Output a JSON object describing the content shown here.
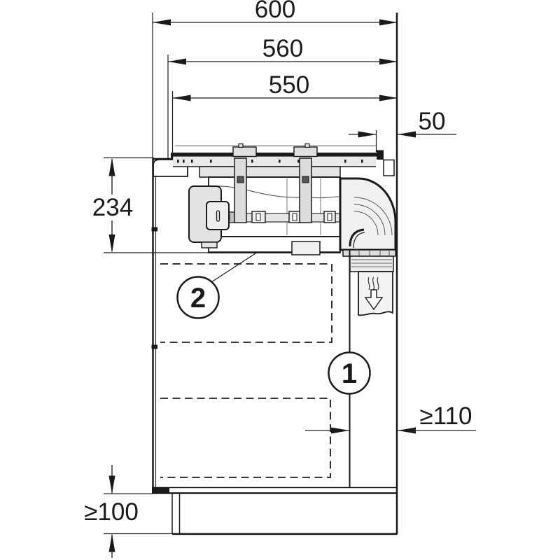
{
  "drawing": {
    "dimensions": {
      "total_width": "600",
      "carcass_width": "560",
      "cutout_width": "550",
      "rear_edge_offset": "50",
      "depth_below_worktop": "234",
      "rear_wall_clearance": "≥110",
      "plinth_height": "≥100"
    },
    "callouts": {
      "duct_path": "1",
      "shelf_cutout": "2"
    },
    "colors": {
      "ink": "#1a1a1a",
      "appliance_gray": "#e7e7e7",
      "strap_gray": "#dcdcdc",
      "duct_gray": "#f0f0f0",
      "background": "#ffffff"
    },
    "icons": {
      "airflow_direction": "down"
    }
  }
}
